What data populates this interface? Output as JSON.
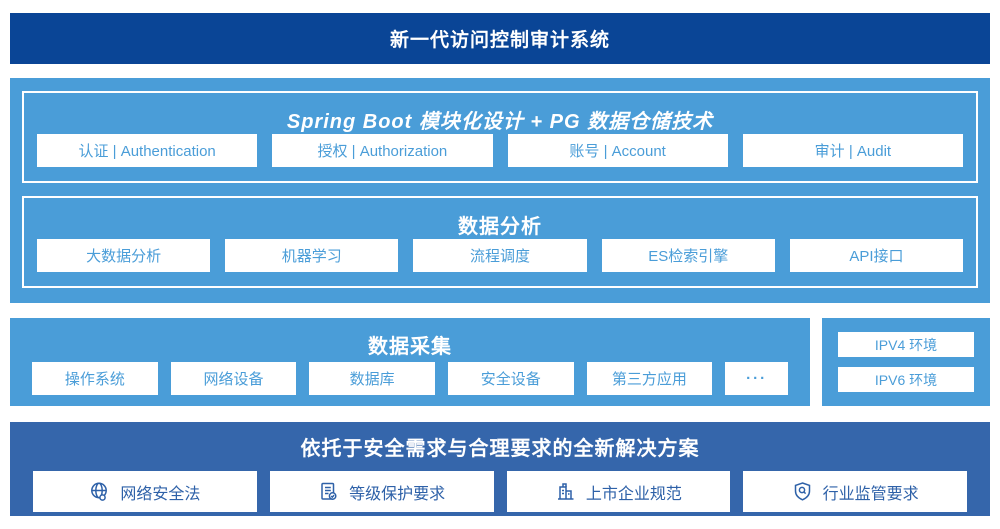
{
  "colors": {
    "banner_bg": "#0a4596",
    "light_blue": "#4a9dd8",
    "solution_bg": "#3566ab",
    "light_box_text": "#4a9dd8",
    "dark_box_text": "#2e61a8",
    "white": "#ffffff"
  },
  "banner": {
    "title": "新一代访问控制审计系统"
  },
  "platform": {
    "spring": {
      "title": "Spring Boot 模块化设计 + PG 数据仓储技术",
      "modules": [
        "认证 | Authentication",
        "授权 | Authorization",
        "账号 | Account",
        "审计 | Audit"
      ]
    },
    "analysis": {
      "title": "数据分析",
      "modules": [
        "大数据分析",
        "机器学习",
        "流程调度",
        "ES检索引擎",
        "API接口"
      ]
    }
  },
  "collection": {
    "title": "数据采集",
    "sources": [
      "操作系统",
      "网络设备",
      "数据库",
      "安全设备",
      "第三方应用",
      "···"
    ],
    "environments": [
      "IPV4 环境",
      "IPV6 环境"
    ]
  },
  "solution": {
    "title": "依托于安全需求与合理要求的全新解决方案",
    "items": [
      {
        "icon": "globe-icon",
        "label": "网络安全法"
      },
      {
        "icon": "document-check-icon",
        "label": "等级保护要求"
      },
      {
        "icon": "building-icon",
        "label": "上市企业规范"
      },
      {
        "icon": "shield-search-icon",
        "label": "行业监管要求"
      }
    ]
  }
}
